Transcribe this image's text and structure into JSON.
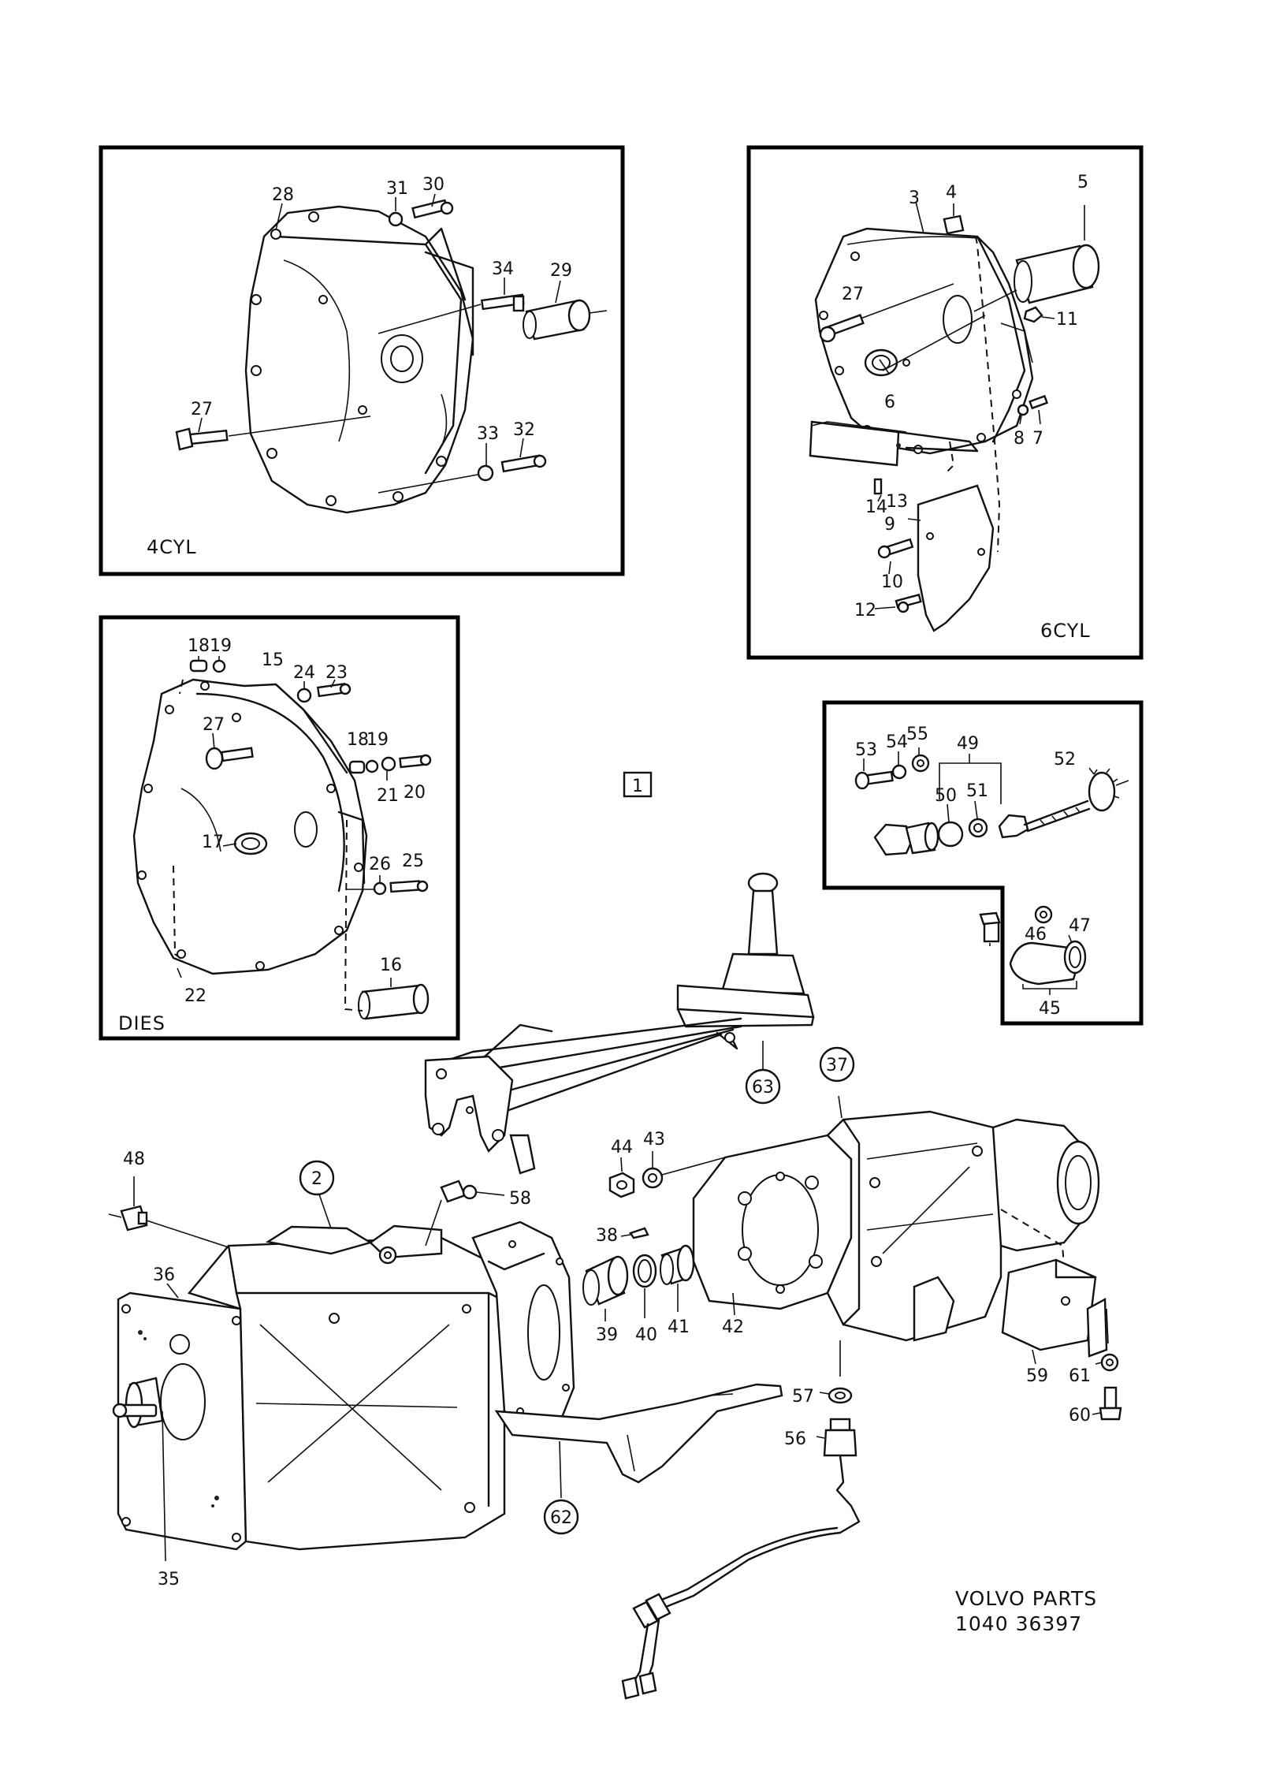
{
  "panels": {
    "four_cyl": {
      "caption": "4CYL",
      "callouts": [
        "28",
        "31",
        "30",
        "34",
        "29",
        "27",
        "33",
        "32"
      ]
    },
    "six_cyl": {
      "caption": "6CYL",
      "callouts": [
        "3",
        "4",
        "5",
        "27",
        "11",
        "6",
        "8",
        "7",
        "14",
        "13",
        "9",
        "10",
        "12"
      ]
    },
    "diesel": {
      "caption": "DIES",
      "callouts": [
        "18",
        "19",
        "15",
        "24",
        "23",
        "27",
        "18",
        "19",
        "21",
        "20",
        "17",
        "26",
        "25",
        "16",
        "22"
      ]
    },
    "speedometer": {
      "callouts": [
        "53",
        "54",
        "55",
        "49",
        "52",
        "50",
        "51",
        "46",
        "47",
        "45"
      ]
    }
  },
  "main_assembly": {
    "callouts": [
      "48",
      "2",
      "58",
      "36",
      "35",
      "44",
      "43",
      "38",
      "39",
      "40",
      "41",
      "42",
      "37",
      "57",
      "56",
      "59",
      "61",
      "60"
    ],
    "circled_callouts": [
      "2",
      "37",
      "62",
      "63"
    ],
    "boxed_callout": "1"
  },
  "footer": {
    "line1": "VOLVO PARTS",
    "line2": "1040  36397"
  }
}
